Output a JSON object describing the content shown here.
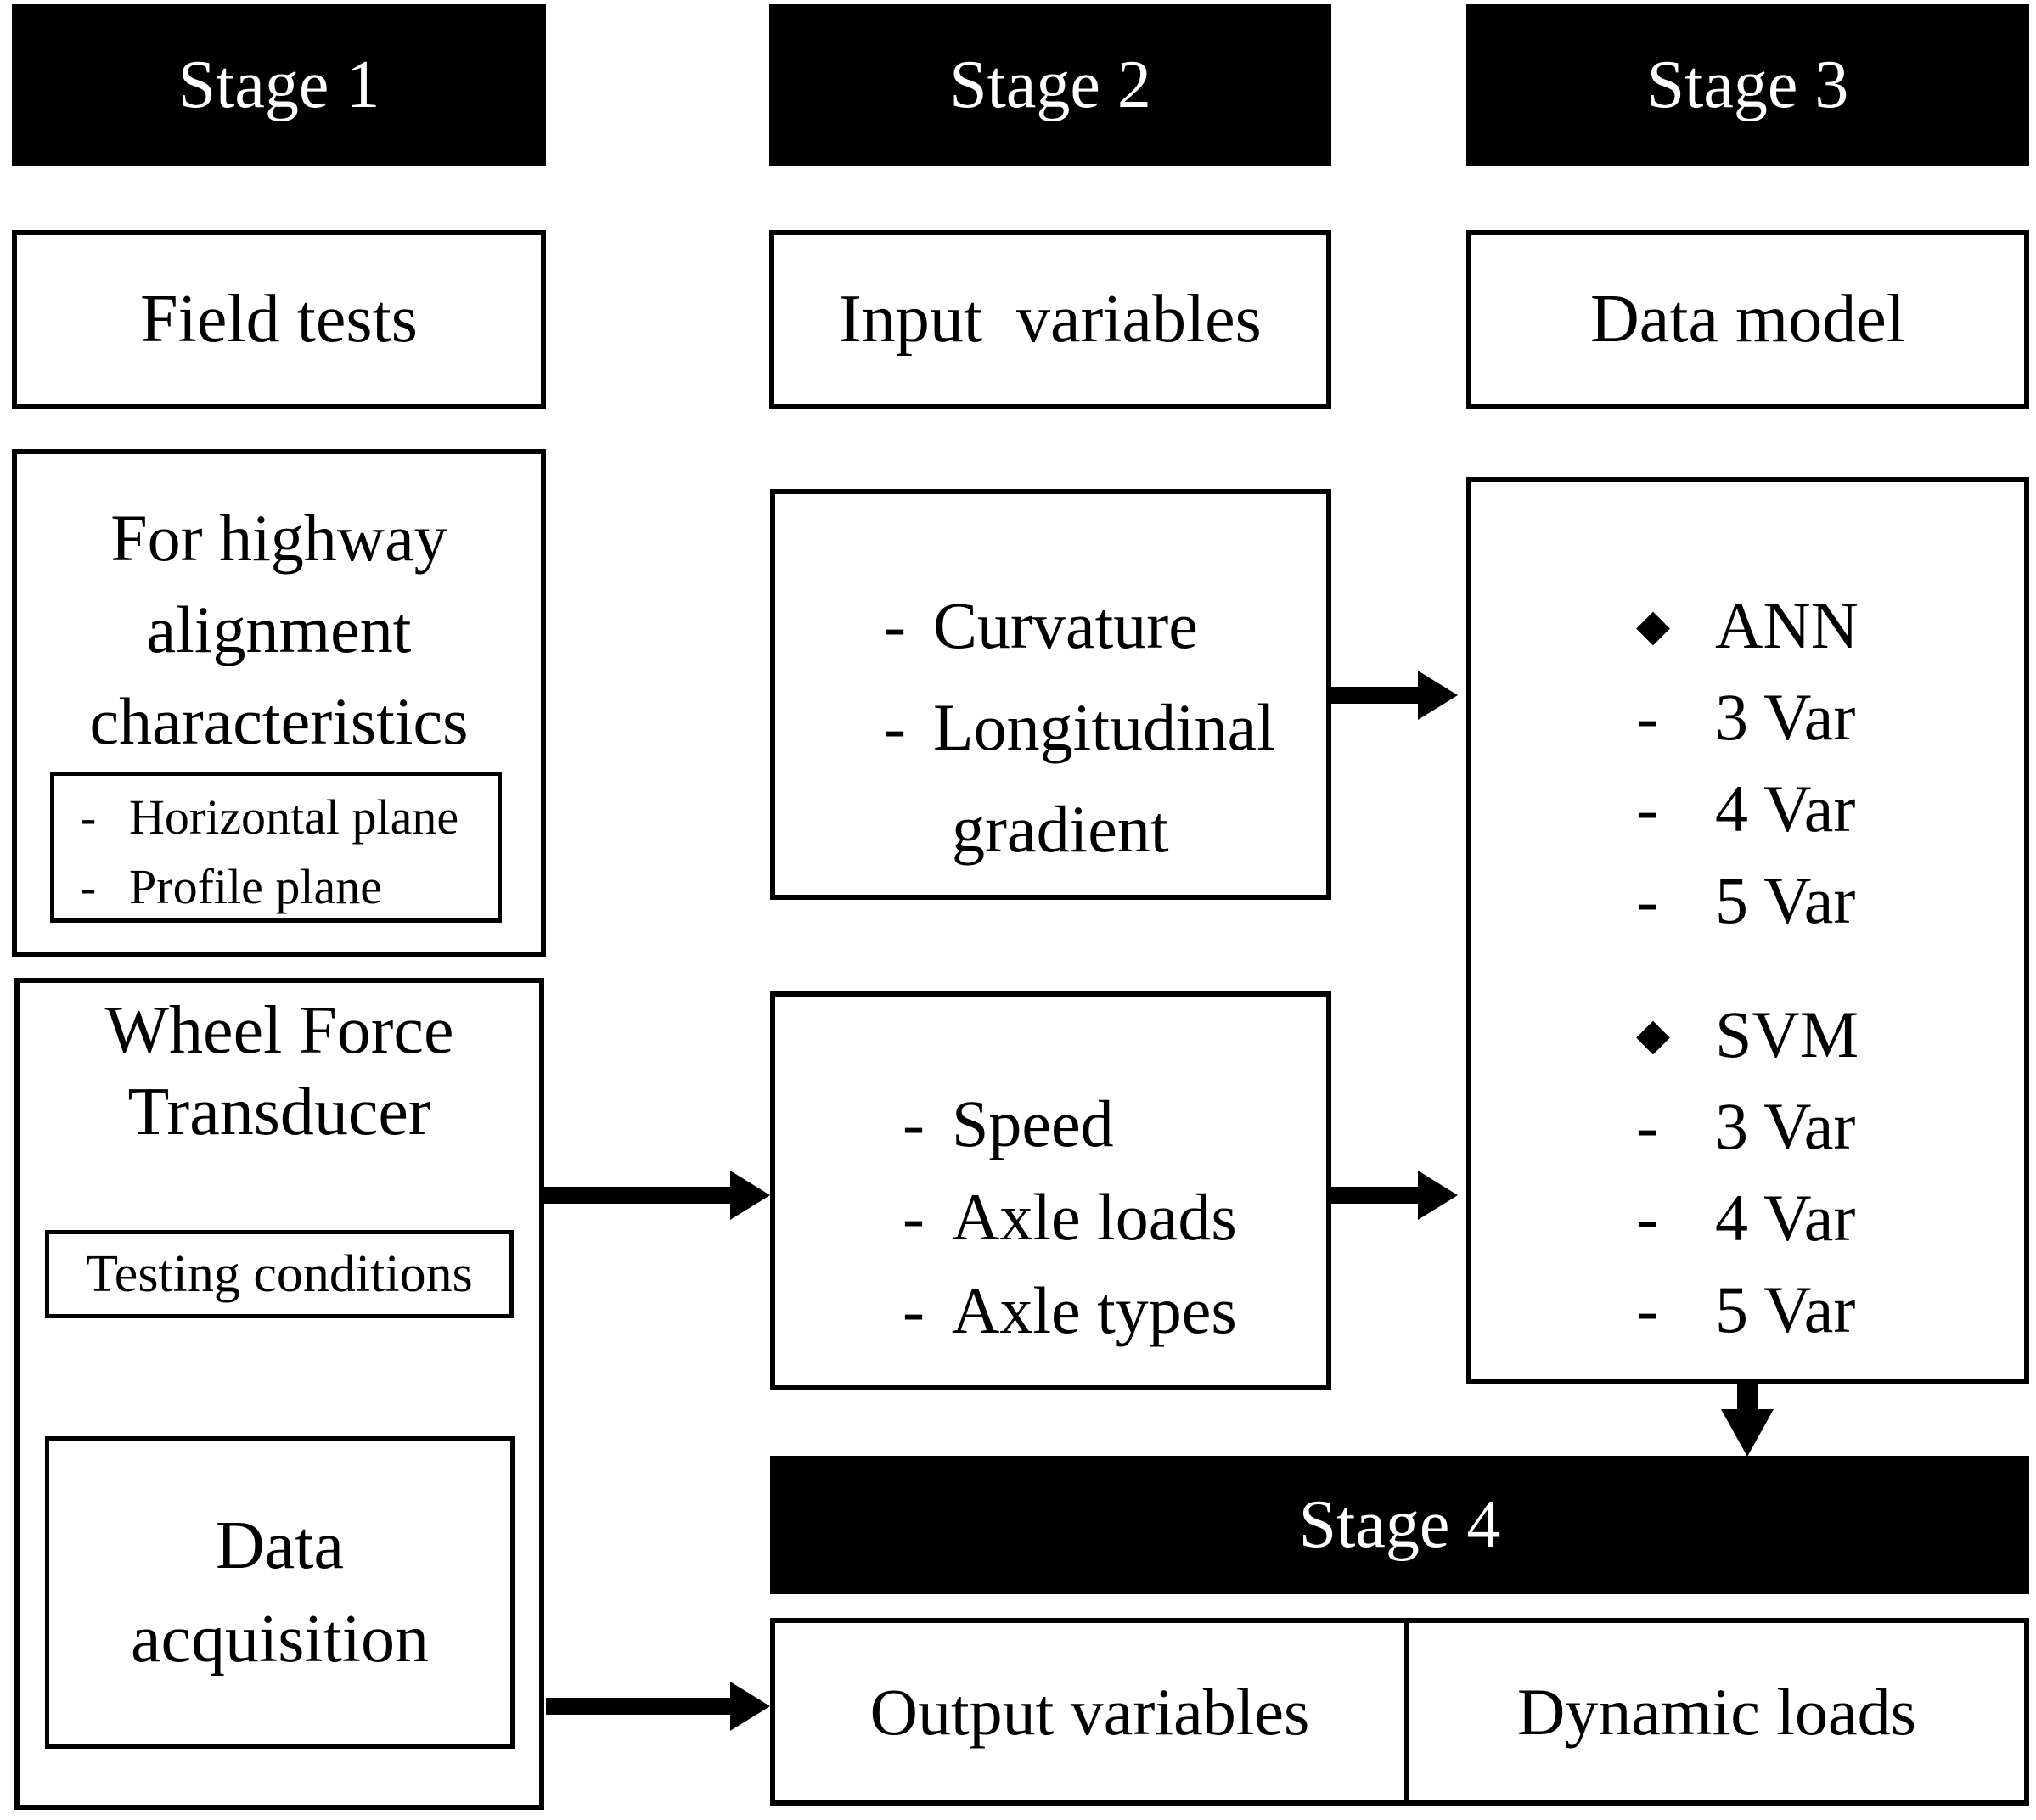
{
  "stages": {
    "stage1": "Stage 1",
    "stage2": "Stage 2",
    "stage3": "Stage 3",
    "stage4": "Stage 4"
  },
  "col1": {
    "title": "Field tests",
    "highway": {
      "line1": "For highway",
      "line2": "alignment",
      "line3": "characteristics",
      "bullet1": "Horizontal plane",
      "bullet2": "Profile plane"
    },
    "wft": {
      "line1": "Wheel Force",
      "line2": "Transducer",
      "testing": "Testing conditions",
      "dataacq_line1": "Data",
      "dataacq_line2": "acquisition"
    }
  },
  "col2": {
    "title": "Input  variables",
    "geometry_box": {
      "bullet1": "Curvature",
      "bullet2": "Longitudinal",
      "continuation": "gradient"
    },
    "vehicle_box": {
      "bullet1": "Speed",
      "bullet2": "Axle loads",
      "bullet3": "Axle types"
    }
  },
  "col3": {
    "title": "Data model",
    "groups": [
      {
        "header": "ANN",
        "items": [
          "3 Var",
          "4 Var",
          "5 Var"
        ]
      },
      {
        "header": "SVM",
        "items": [
          "3 Var",
          "4 Var",
          "5 Var"
        ]
      }
    ]
  },
  "stage4_row": {
    "left": "Output variables",
    "right": "Dynamic loads"
  },
  "icons": {
    "diamond_bullet": "◆",
    "dash_bullet": "-"
  },
  "colors": {
    "bar_background": "#000000",
    "bar_text": "#ffffff",
    "box_border": "#000000",
    "text": "#000000",
    "background": "#ffffff"
  }
}
